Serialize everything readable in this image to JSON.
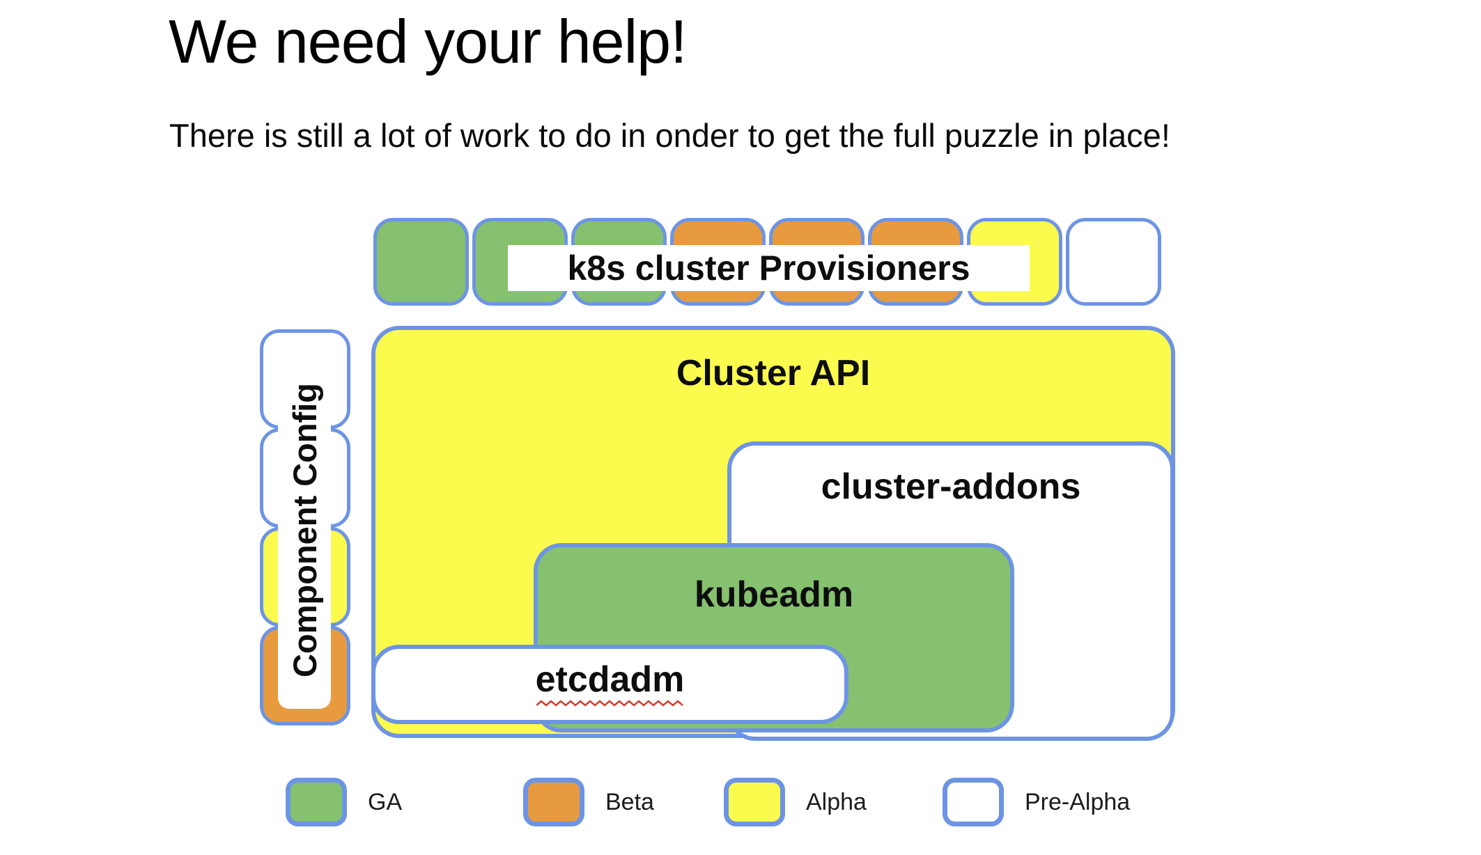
{
  "slide": {
    "title": "We need your help!",
    "subtitle": "There is still a lot of work to do in onder to get the full puzzle in place!"
  },
  "colors": {
    "ga_green": "#85c16e",
    "beta_orange": "#e89b3e",
    "alpha_yellow": "#fbfb4e",
    "pre_alpha_white": "#ffffff",
    "piece_border_blue": "#6d94e4",
    "spellcheck_red": "#d23f31",
    "text_black": "#0d0d0d"
  },
  "diagram": {
    "provisioners_label": "k8s cluster Provisioners",
    "provisioner_pieces": [
      "ga",
      "ga",
      "ga",
      "beta",
      "beta",
      "beta",
      "alpha",
      "pre_alpha"
    ],
    "component_config": {
      "label": "Component Config",
      "pieces": [
        "pre_alpha",
        "pre_alpha",
        "alpha",
        "beta"
      ]
    },
    "boxes": [
      {
        "id": "cluster-api",
        "label": "Cluster API",
        "status": "alpha"
      },
      {
        "id": "cluster-addons",
        "label": "cluster-addons",
        "status": "pre_alpha"
      },
      {
        "id": "kubeadm",
        "label": "kubeadm",
        "status": "ga"
      },
      {
        "id": "etcdadm",
        "label": "etcdadm",
        "status": "pre_alpha",
        "spellcheck_underline": true
      }
    ]
  },
  "legend": [
    {
      "label": "GA",
      "status": "ga"
    },
    {
      "label": "Beta",
      "status": "beta"
    },
    {
      "label": "Alpha",
      "status": "alpha"
    },
    {
      "label": "Pre-Alpha",
      "status": "pre_alpha"
    }
  ]
}
